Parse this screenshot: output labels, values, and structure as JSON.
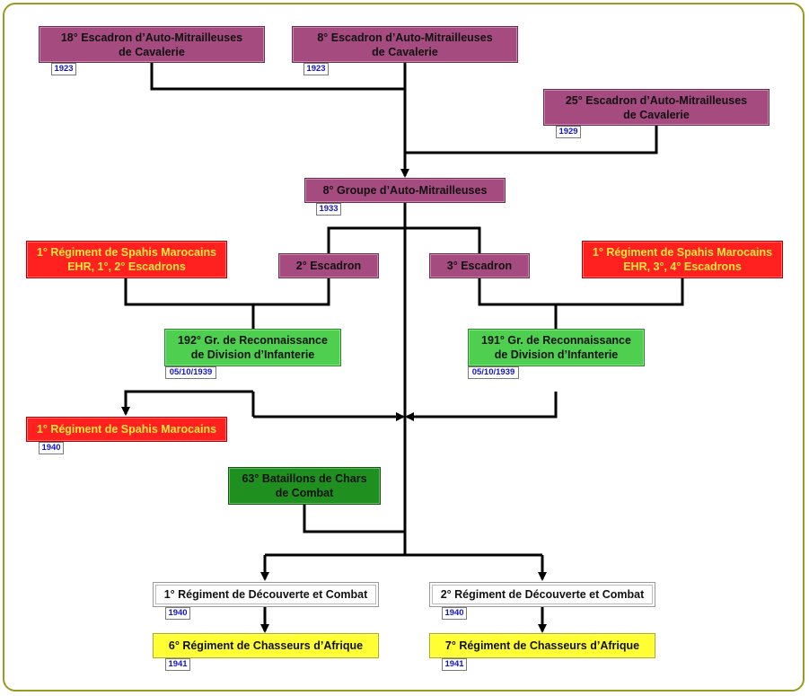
{
  "nodes": {
    "esc18": {
      "label": "18° Escadron d’Auto-Mitrailleuses\nde Cavalerie",
      "date": "1923"
    },
    "esc8": {
      "label": "8° Escadron d’Auto-Mitrailleuses\nde Cavalerie",
      "date": "1923"
    },
    "esc25": {
      "label": "25° Escadron d’Auto-Mitrailleuses\nde Cavalerie",
      "date": "1929"
    },
    "gam8": {
      "label": "8° Groupe d’Auto-Mitrailleuses",
      "date": "1933"
    },
    "rsm_a": {
      "label": "1° Régiment de Spahis Marocains\nEHR, 1°, 2° Escadrons"
    },
    "esc2": {
      "label": "2° Escadron"
    },
    "esc3": {
      "label": "3° Escadron"
    },
    "rsm_b": {
      "label": "1° Régiment de Spahis Marocains\nEHR, 3°, 4° Escadrons"
    },
    "gr192": {
      "label": "192° Gr. de Reconnaissance\nde Division d’Infanterie",
      "date": "05/10/1939"
    },
    "gr191": {
      "label": "191° Gr. de Reconnaissance\nde Division d’Infanterie",
      "date": "05/10/1939"
    },
    "rsm_1940": {
      "label": "1° Régiment de Spahis Marocains",
      "date": "1940"
    },
    "bcc63": {
      "label": "63° Bataillons de Chars\nde Combat"
    },
    "rdc1": {
      "label": "1° Régiment de Découverte et Combat",
      "date": "1940"
    },
    "rdc2": {
      "label": "2° Régiment de Découverte et Combat",
      "date": "1940"
    },
    "rca6": {
      "label": "6° Régiment de Chasseurs d’Afrique",
      "date": "1941"
    },
    "rca7": {
      "label": "7° Régiment de Chasseurs d’Afrique",
      "date": "1941"
    }
  },
  "colors": {
    "formation": "#a64b80",
    "spahis": "#ff2020",
    "spahis_text": "#ffe640",
    "reconnaissance": "#4fcf4f",
    "chars": "#1f8f1f",
    "decouverte": "#ffffff",
    "chasseurs": "#ffff33",
    "date_text": "#1515c8",
    "frame": "#9a9a1e"
  }
}
